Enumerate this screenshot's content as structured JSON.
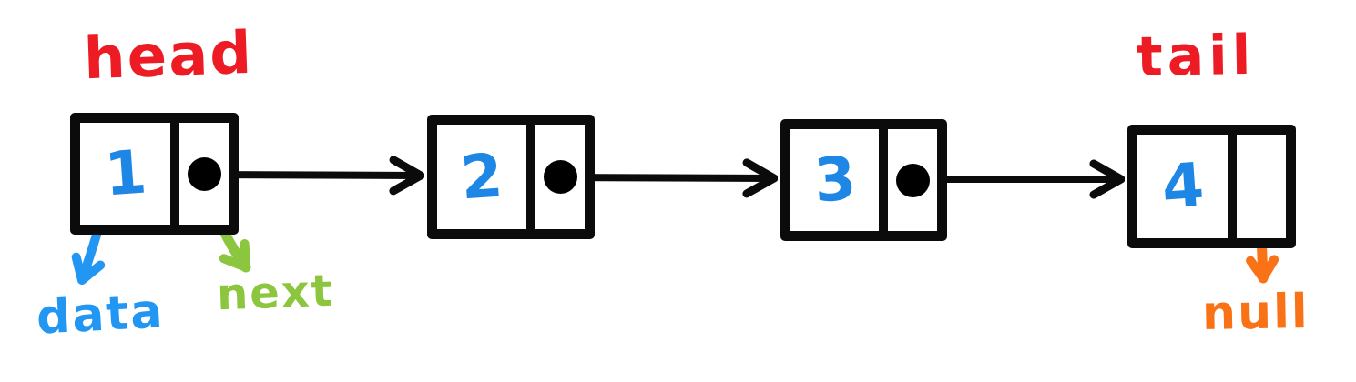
{
  "diagram_type": "singly-linked-list",
  "labels": {
    "head": "head",
    "tail": "tail",
    "data": "data",
    "next": "next",
    "null": "null"
  },
  "nodes": [
    {
      "value": "1",
      "points_to": "node-2"
    },
    {
      "value": "2",
      "points_to": "node-3"
    },
    {
      "value": "3",
      "points_to": "node-4"
    },
    {
      "value": "4",
      "points_to": "null"
    }
  ],
  "colors": {
    "pointer_label_red": "#ed1c24",
    "node_value_blue": "#1e87e5",
    "data_annotation_blue": "#2196f3",
    "next_annotation_green": "#8cc63e",
    "null_annotation_orange": "#f97316",
    "ink_black": "#0b0b0b"
  }
}
